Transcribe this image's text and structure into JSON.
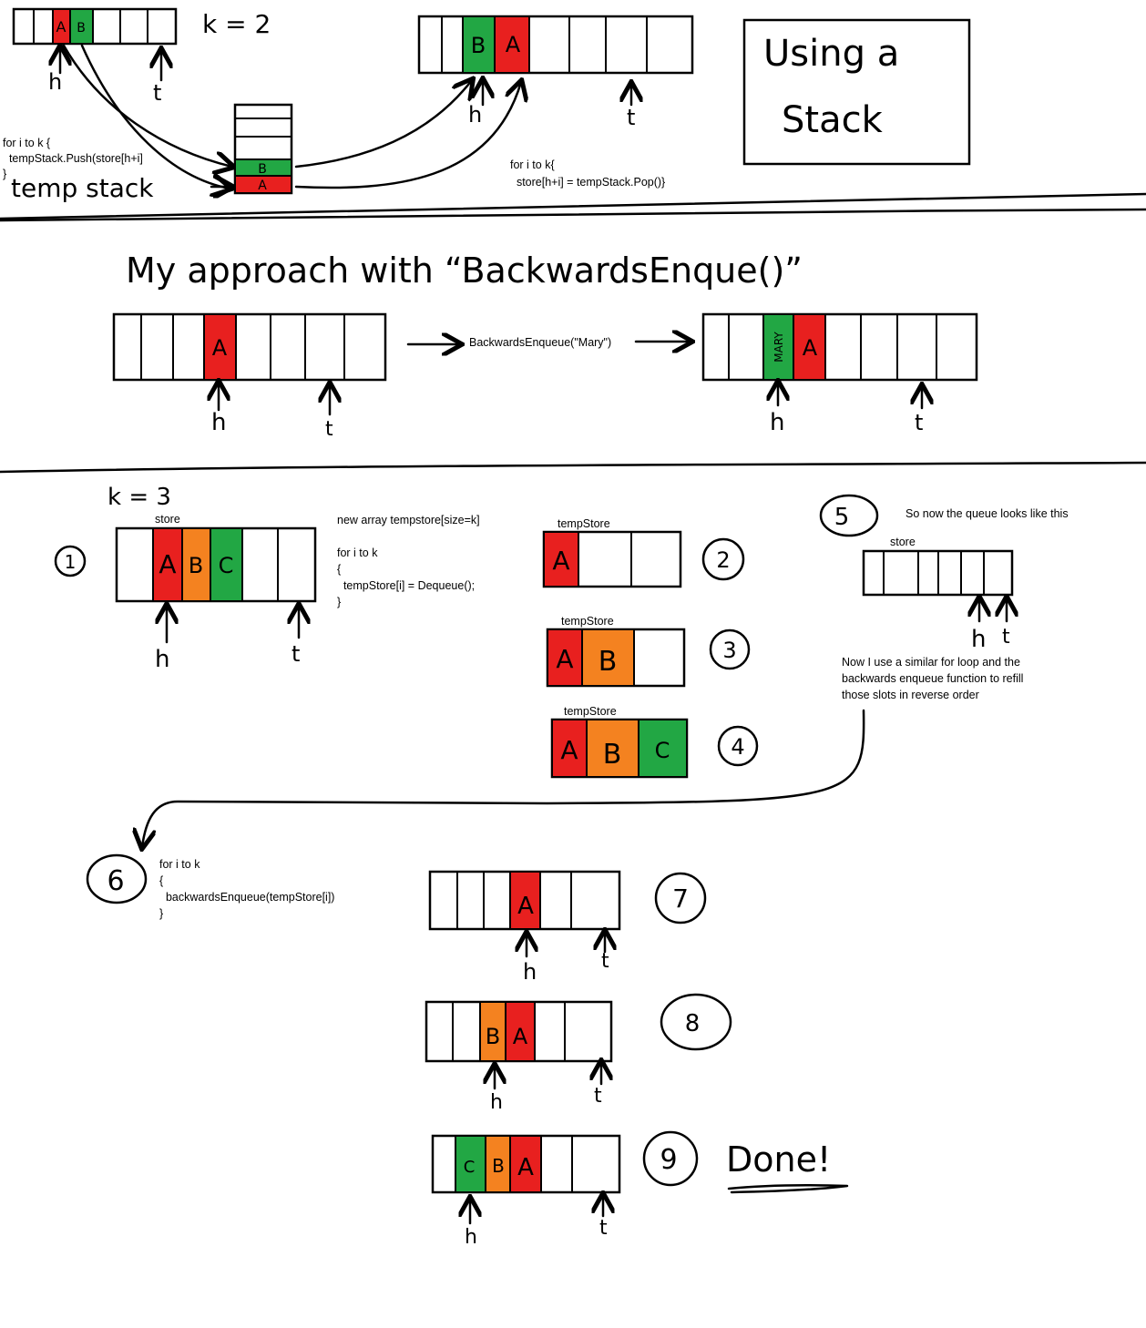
{
  "colors": {
    "red": "#e8201f",
    "green": "#22a744",
    "orange": "#f48220",
    "white": "#ffffff",
    "ink": "#000000"
  },
  "section1": {
    "k_label": "k = 2",
    "cell_a": "A",
    "cell_b": "B",
    "h": "h",
    "t": "t",
    "push_code": [
      "for i to k {",
      "  tempStack.Push(store[h+i]",
      "}"
    ],
    "temp_stack_label": "temp stack",
    "pop_code": [
      "for i to k{",
      "  store[h+i] = tempStack.Pop()}"
    ],
    "using_stack": [
      "Using a",
      "Stack"
    ]
  },
  "section2": {
    "heading": "My approach with “BackwardsEnque()”",
    "cell_a": "A",
    "cell_mary": "MARY",
    "call": "BackwardsEnqueue(\"Mary\")",
    "h": "h",
    "t": "t"
  },
  "section3": {
    "k_label": "k = 3",
    "store_label": "store",
    "step1": "1",
    "cells_abc": [
      "A",
      "B",
      "C"
    ],
    "h": "h",
    "t": "t",
    "dequeue_code": [
      "new array tempstore[size=k]",
      "",
      "for i to k",
      "{",
      "  tempStore[i] = Dequeue();",
      "}"
    ],
    "tempstore_label": "tempStore",
    "step2": "2",
    "step3": "3",
    "step4": "4",
    "step5": "5",
    "queue_note": "So now the queue looks like this",
    "refill_note": [
      "Now I use a similar for loop and the",
      "backwards enqueue function to refill",
      "those slots in reverse order"
    ],
    "step6": "6",
    "enqueue_code": [
      "for i to k",
      "{",
      "  backwardsEnqueue(tempStore[i])",
      "}"
    ],
    "step7": "7",
    "step8": "8",
    "step9": "9",
    "done": "Done!"
  }
}
